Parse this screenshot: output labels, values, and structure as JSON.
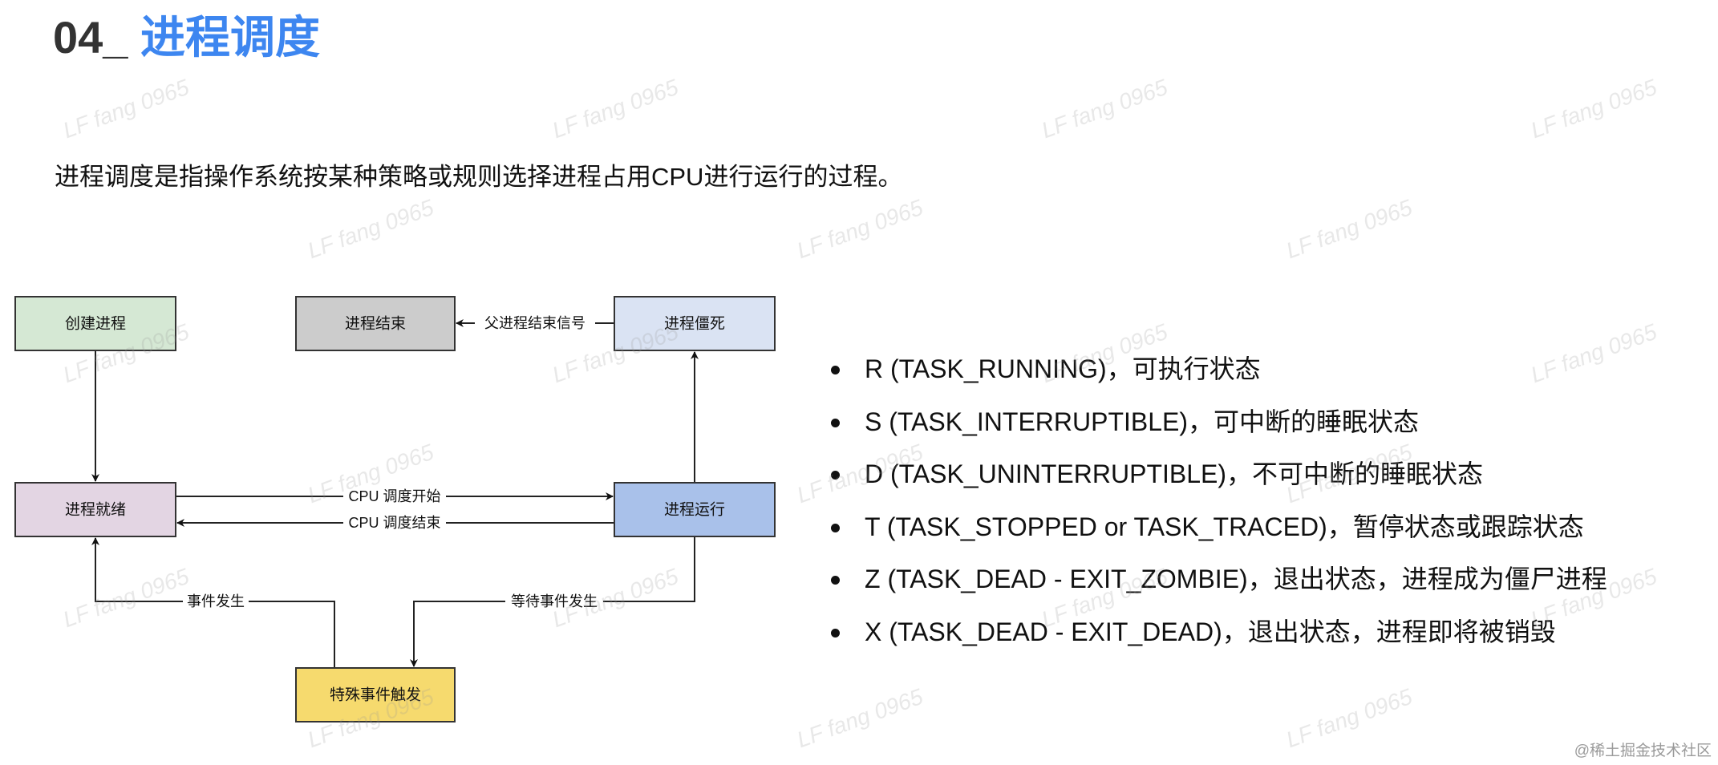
{
  "title": {
    "number": "04_",
    "text": "进程调度"
  },
  "intro": "进程调度是指操作系统按某种策略或规则选择进程占用CPU进行运行的过程。",
  "diagram": {
    "nodes": {
      "create": {
        "label": "创建进程",
        "color": "#d5e8d4"
      },
      "end": {
        "label": "进程结束",
        "color": "#cccccc"
      },
      "zombie": {
        "label": "进程僵死",
        "color": "#dae3f3"
      },
      "ready": {
        "label": "进程就绪",
        "color": "#e3d5e3"
      },
      "running": {
        "label": "进程运行",
        "color": "#a9c1ea"
      },
      "event": {
        "label": "特殊事件触发",
        "color": "#f6da6e"
      }
    },
    "edges": {
      "parent_signal": "父进程结束信号",
      "cpu_start": "CPU 调度开始",
      "cpu_end": "CPU 调度结束",
      "event_happen": "事件发生",
      "wait_event": "等待事件发生"
    }
  },
  "states": [
    "R (TASK_RUNNING)，可执行状态",
    "S (TASK_INTERRUPTIBLE)，可中断的睡眠状态",
    "D (TASK_UNINTERRUPTIBLE)，不可中断的睡眠状态",
    "T (TASK_STOPPED or TASK_TRACED)，暂停状态或跟踪状态",
    "Z (TASK_DEAD - EXIT_ZOMBIE)，退出状态，进程成为僵尸进程",
    "X (TASK_DEAD - EXIT_DEAD)，退出状态，进程即将被销毁"
  ],
  "watermark": "LF fang 0965",
  "credit": "@稀土掘金技术社区"
}
